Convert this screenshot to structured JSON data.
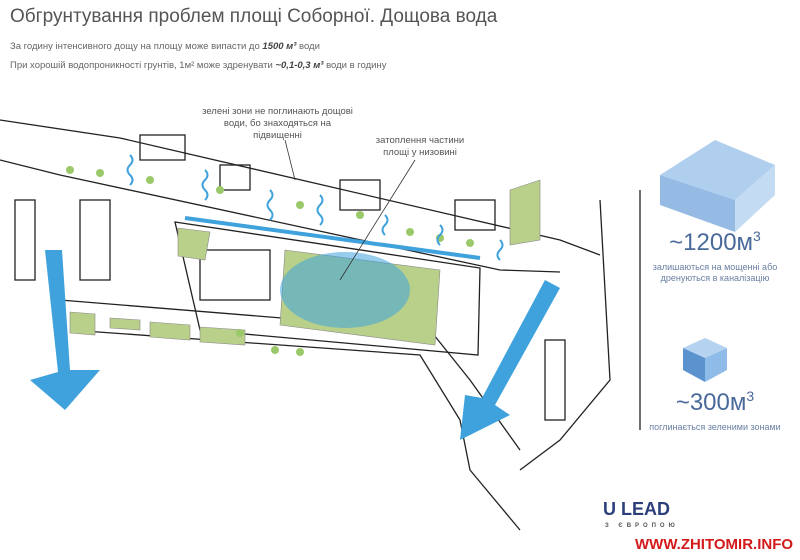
{
  "title": "Обгрунтування проблем площі Соборної. Дощова вода",
  "line1": {
    "pre": "За годину інтенсивного дощу на площу може випасти до ",
    "bold": "1500 м³",
    "post": " води"
  },
  "line2": {
    "pre": "При хорошій водопроникності грунтів, 1м² може здренувати ",
    "bold": "~0,1-0,3 м³",
    "post": " води в годину"
  },
  "annotations": {
    "green": "зелені зони не поглинають дощові води, бо знаходяться на підвищенні",
    "flood": "затоплення частини площі у низовині"
  },
  "stats": [
    {
      "value": "~1200м",
      "sup": "3",
      "caption": "залишаються на мощенні або дренуються в каналізацію"
    },
    {
      "value": "~300м",
      "sup": "3",
      "caption": "поглинається зеленими зонами"
    }
  ],
  "logos": {
    "ulead": "U LEAD",
    "ulead_sub": "З ЄВРОПОЮ",
    "watermark": "WWW.ZHITOMIR.INFO"
  },
  "colors": {
    "water": "#3fa2dc",
    "green": "#b9d08a",
    "cube": "#9cc3ea"
  }
}
